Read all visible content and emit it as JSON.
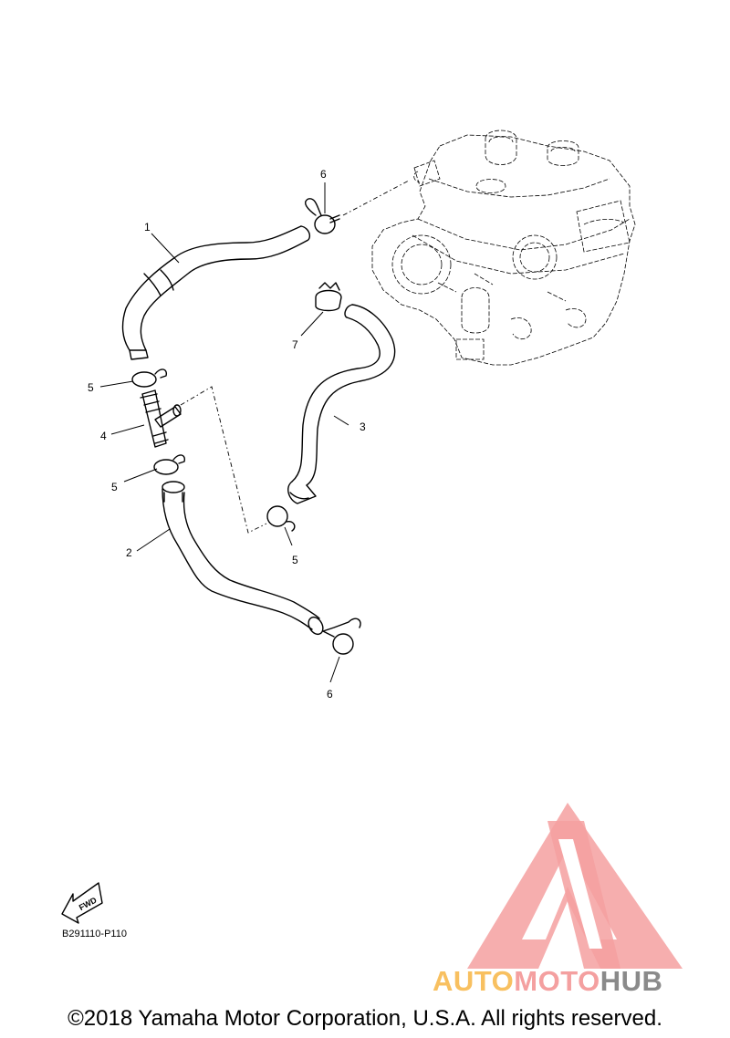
{
  "callouts": [
    "1",
    "2",
    "3",
    "4",
    "5",
    "5",
    "5",
    "6",
    "6",
    "7"
  ],
  "fwd_label": "FWD",
  "part_code": "B291110-P110",
  "copyright": "©2018 Yamaha Motor Corporation, U.S.A. All rights reserved.",
  "watermark": {
    "brand_auto": "AUTO",
    "brand_moto": "MOTO",
    "brand_hub": "HUB",
    "colors": {
      "auto": "#f8c060",
      "moto": "#f4a0a0",
      "hub": "#8a8a8a",
      "logo": "#f4a0a0"
    }
  }
}
